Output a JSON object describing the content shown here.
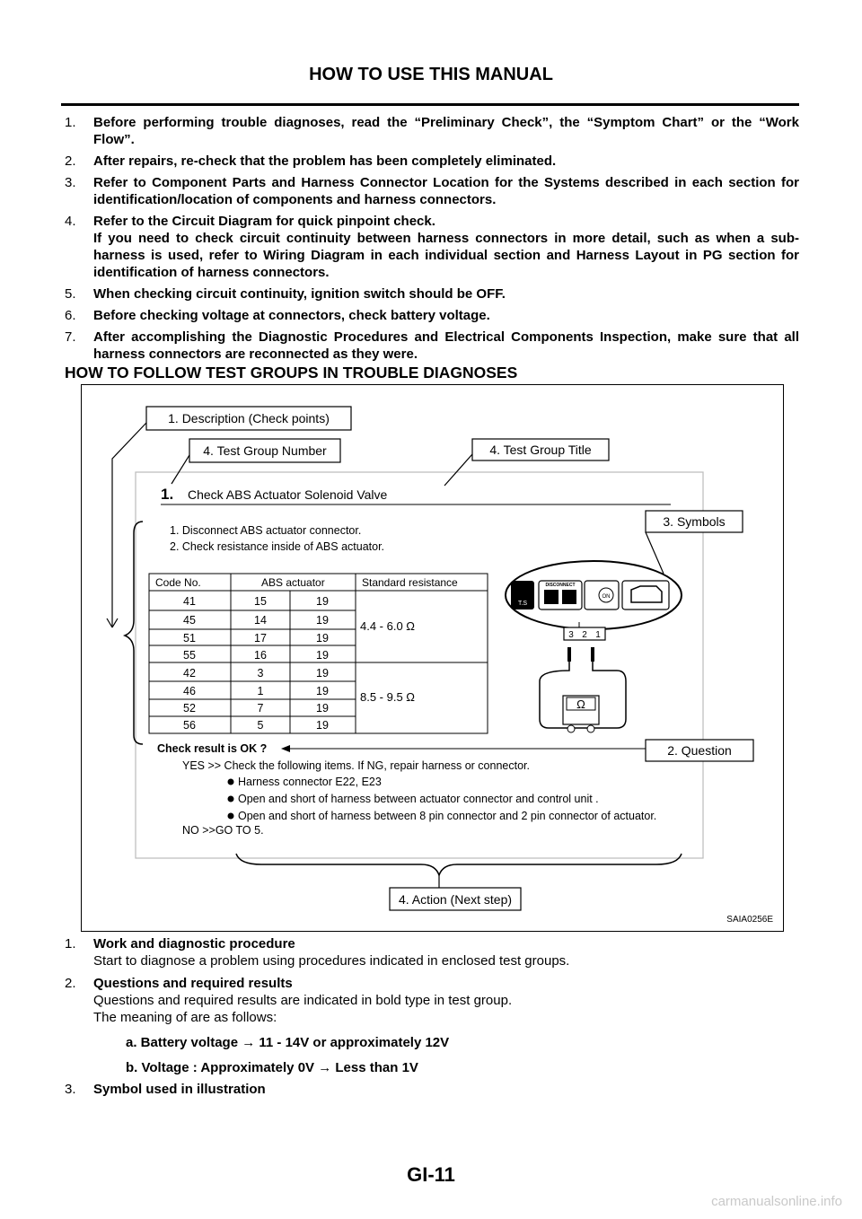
{
  "page": {
    "header": "HOW TO USE THIS MANUAL",
    "footer_code": "GI-11",
    "watermark": "carmanualsonline.info"
  },
  "steps": [
    {
      "num": "1.",
      "text": "Before performing trouble diagnoses, read the “Preliminary Check”, the “Symptom Chart” or the “Work Flow”."
    },
    {
      "num": "2.",
      "text": "After repairs, re-check that the problem has been completely eliminated."
    },
    {
      "num": "3.",
      "text": "Refer to Component Parts and Harness Connector Location for the Systems described in each section for identification/location of components and harness connectors."
    },
    {
      "num": "4.",
      "text": "Refer to the Circuit Diagram for quick pinpoint check.",
      "text2": "If you need to check circuit continuity between harness connectors in more detail, such as when a sub-harness is used, refer to Wiring Diagram in each individual section and Harness Layout in PG section for identification of harness connectors."
    },
    {
      "num": "5.",
      "text": "When checking circuit continuity, ignition switch should be OFF."
    },
    {
      "num": "6.",
      "text": "Before checking voltage at connectors, check battery voltage."
    },
    {
      "num": "7.",
      "text": "After accomplishing the Diagnostic Procedures and Electrical Components Inspection, make sure that all harness connectors are reconnected as they were."
    }
  ],
  "section_title": "HOW TO FOLLOW TEST GROUPS IN TROUBLE DIAGNOSES",
  "figure": {
    "callouts": {
      "description": "1. Description (Check points)",
      "test_group_number": "4. Test Group Number",
      "test_group_title": "4. Test Group Title",
      "symbols": "3. Symbols",
      "question": "2.  Question",
      "action": "4. Action (Next step)"
    },
    "test_number": "1.",
    "test_title": "Check ABS Actuator Solenoid Valve",
    "instructions": [
      "1.  Disconnect ABS actuator connector.",
      "2.  Check resistance inside of ABS actuator."
    ],
    "table": {
      "headers": [
        "Code No.",
        "ABS actuator",
        "Standard resistance"
      ],
      "rows": [
        [
          "41",
          "15",
          "19"
        ],
        [
          "45",
          "14",
          "19"
        ],
        [
          "51",
          "17",
          "19"
        ],
        [
          "55",
          "16",
          "19"
        ],
        [
          "42",
          "3",
          "19"
        ],
        [
          "46",
          "1",
          "19"
        ],
        [
          "52",
          "7",
          "19"
        ],
        [
          "56",
          "5",
          "19"
        ]
      ],
      "resistance_1": "4.4   -   6.0 Ω",
      "resistance_2": "8.5   -   9.5 Ω"
    },
    "symbol_labels": {
      "ts": "T.S",
      "disconnect": "DISCONNECT",
      "on": "ON"
    },
    "connector_pins": [
      "3",
      "2",
      "1"
    ],
    "meter_symbol": "Ω",
    "question_text": "Check result is OK ?",
    "yes_line": "YES    >> Check the following items.    If NG, repair harness or connector.",
    "bullets": [
      "Harness connector E22, E23",
      "Open and short of harness between actuator connector and control unit .",
      "Open and short of harness between 8 pin connector and 2 pin connector of actuator."
    ],
    "no_line": "NO       >>GO TO 5.",
    "code": "SAIA0256E"
  },
  "notes": [
    {
      "num": "1.",
      "title": "Work and diagnostic procedure",
      "lines": [
        "Start to diagnose a problem using procedures indicated in enclosed test groups."
      ]
    },
    {
      "num": "2.",
      "title": "Questions and required results",
      "lines": [
        "Questions and required results are indicated in bold type in test group.",
        "The meaning of are as follows:"
      ]
    },
    {
      "num": "3.",
      "title": "Symbol used in illustration",
      "lines": []
    }
  ],
  "example": {
    "a": "a. Battery voltage → 11 - 14V or approximately 12V",
    "b": "b. Voltage        : Approximately 0V → Less than 1V"
  }
}
